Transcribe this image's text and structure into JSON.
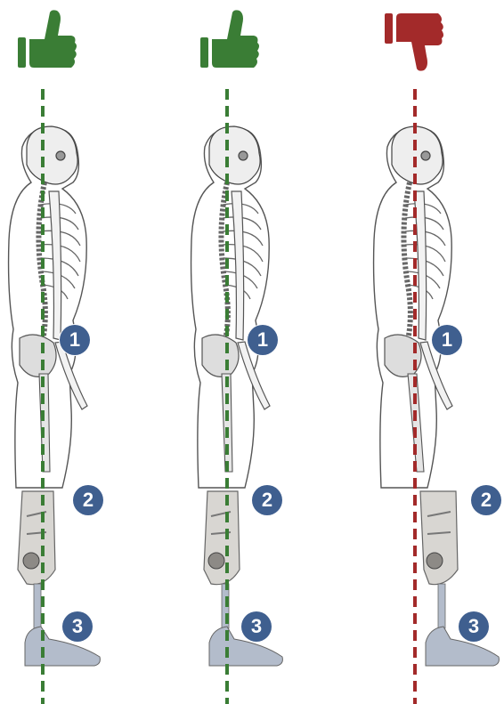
{
  "figures": [
    {
      "verdict": "thumbs-up",
      "color": "#3a7d35",
      "markers": [
        "1",
        "2",
        "3"
      ]
    },
    {
      "verdict": "thumbs-up",
      "color": "#3a7d35",
      "markers": [
        "1",
        "2",
        "3"
      ]
    },
    {
      "verdict": "thumbs-down",
      "color": "#a32a2a",
      "markers": [
        "1",
        "2",
        "3"
      ]
    }
  ],
  "colors": {
    "badge": "#3f5f8f",
    "good": "#3a7d35",
    "bad": "#a32a2a",
    "skeleton_outline": "#555555",
    "prosthesis": "#b3bccb"
  },
  "icons": {
    "approve": "thumbs-up-icon",
    "reject": "thumbs-down-icon"
  }
}
